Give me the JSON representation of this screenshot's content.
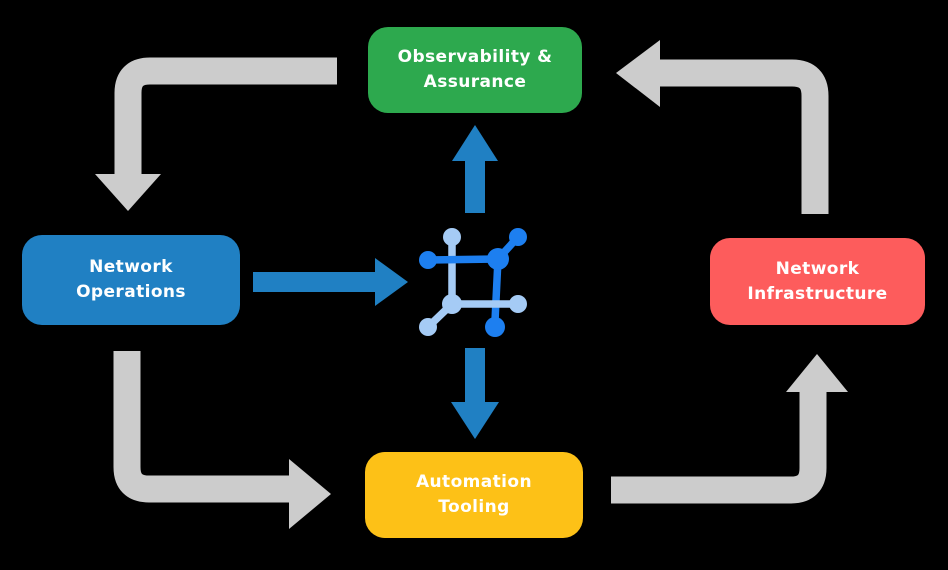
{
  "diagram": {
    "nodes": [
      {
        "id": "observability-assurance",
        "label": "Observability &\nAssurance",
        "color": "#2DA94E",
        "position": "top"
      },
      {
        "id": "network-operations",
        "label": "Network\nOperations",
        "color": "#2080C3",
        "position": "left"
      },
      {
        "id": "network-infrastructure",
        "label": "Network\nInfrastructure",
        "color": "#FD5C5C",
        "position": "right"
      },
      {
        "id": "automation-tooling",
        "label": "Automation\nTooling",
        "color": "#FDC117",
        "position": "bottom"
      }
    ],
    "center_icon": {
      "name": "network-automation-icon",
      "dark_blue": "#1D7FF0",
      "light_blue": "#A5CBF5"
    },
    "flows": [
      {
        "from": "observability-assurance",
        "to": "network-operations",
        "style": "gray-elbow"
      },
      {
        "from": "network-operations",
        "to": "automation-tooling",
        "style": "gray-elbow"
      },
      {
        "from": "automation-tooling",
        "to": "network-infrastructure",
        "style": "gray-elbow"
      },
      {
        "from": "network-infrastructure",
        "to": "observability-assurance",
        "style": "gray-elbow"
      },
      {
        "from": "network-operations",
        "to": "center-icon",
        "style": "blue-straight"
      },
      {
        "from": "center-icon",
        "to": "observability-assurance",
        "style": "blue-straight"
      },
      {
        "from": "center-icon",
        "to": "automation-tooling",
        "style": "blue-straight"
      }
    ],
    "colors": {
      "background": "#000000",
      "arrow_gray": "#CCCCCC",
      "arrow_blue": "#2080C3",
      "text": "#FFFFFF"
    }
  }
}
